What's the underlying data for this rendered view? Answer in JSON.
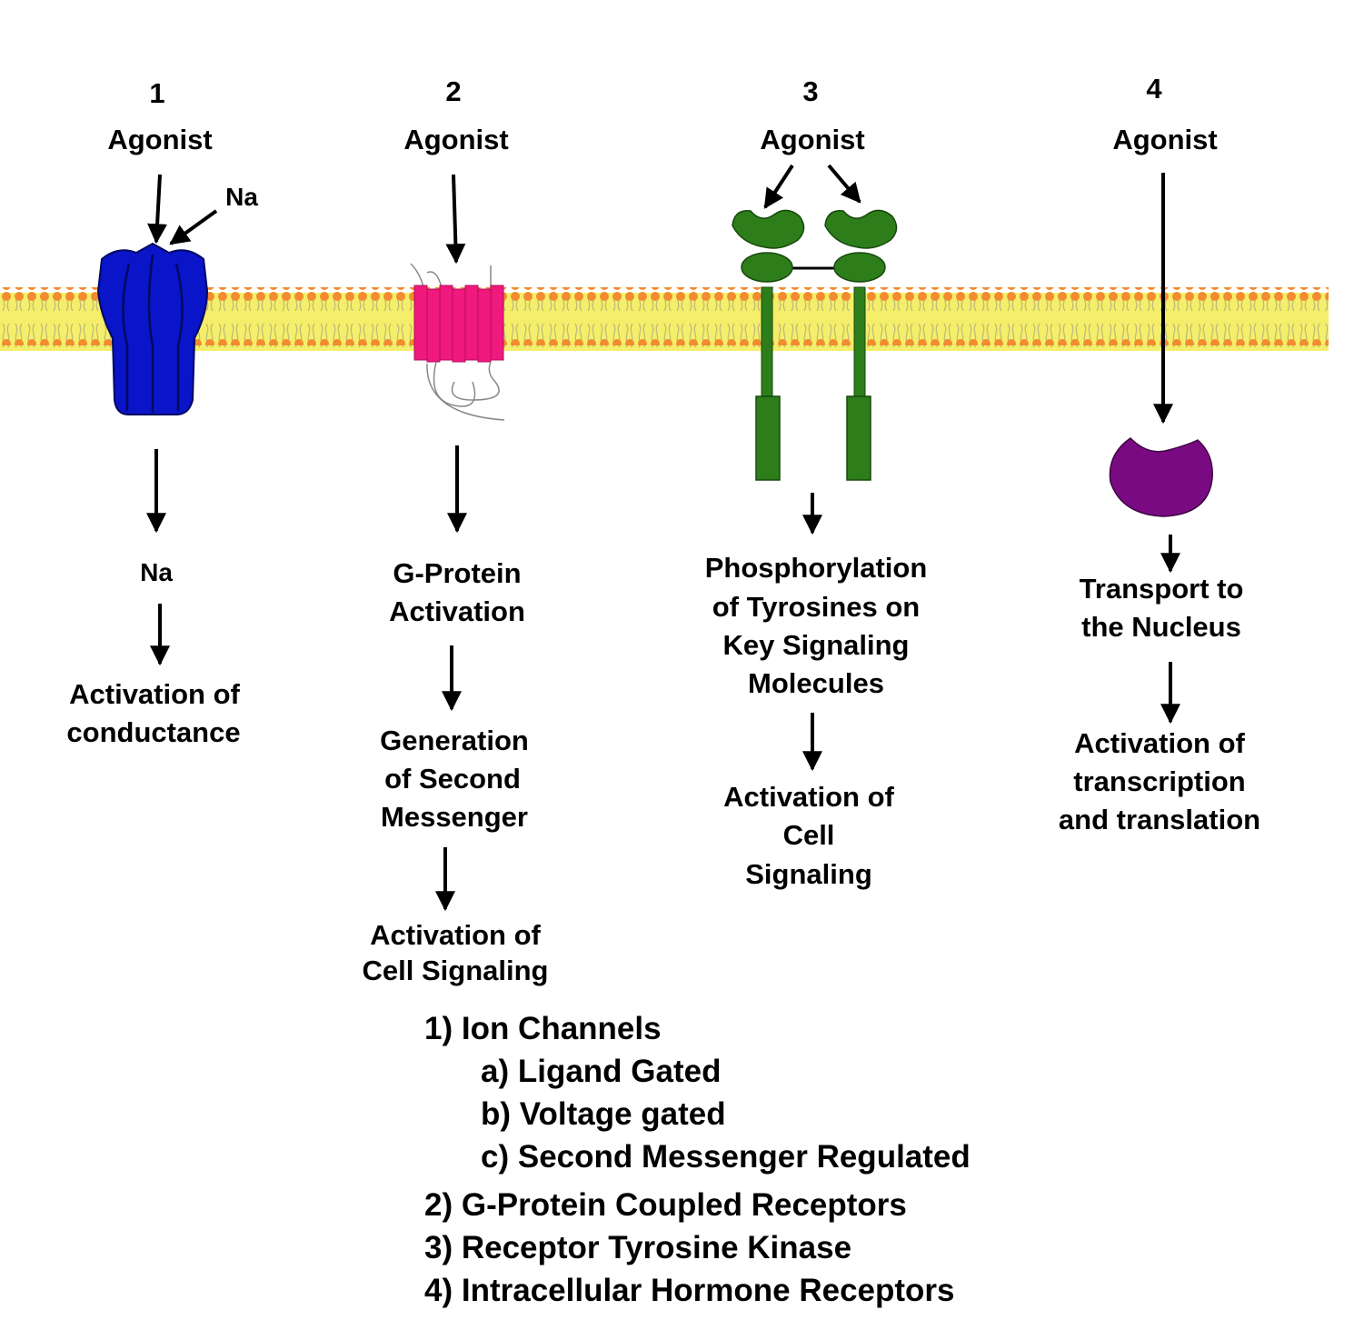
{
  "receptors": [
    {
      "number": "1",
      "agonist": "Agonist",
      "ion_label": "Na",
      "steps": [
        "Na",
        "Activation of",
        "conductance"
      ]
    },
    {
      "number": "2",
      "agonist": "Agonist",
      "steps": [
        "G-Protein",
        "Activation",
        "Generation",
        "of Second",
        "Messenger",
        "Activation of",
        "Cell Signaling"
      ]
    },
    {
      "number": "3",
      "agonist": "Agonist",
      "steps": [
        "Phosphorylation",
        "of Tyrosines on",
        "Key Signaling",
        "Molecules",
        "Activation of",
        "Cell",
        "Signaling"
      ]
    },
    {
      "number": "4",
      "agonist": "Agonist",
      "steps": [
        "Transport to",
        "the Nucleus",
        "Activation of",
        "transcription",
        "and translation"
      ]
    }
  ],
  "legend": {
    "ion_channels": "1) Ion Channels",
    "ligand_gated": "a) Ligand Gated",
    "voltage_gated": "b) Voltage gated",
    "second_messenger": "c) Second Messenger Regulated",
    "gpcr": "2) G-Protein Coupled Receptors",
    "rtk": "3) Receptor Tyrosine Kinase",
    "intracellular": "4) Intracellular Hormone Receptors"
  },
  "colors": {
    "membrane": "#f5ee6a",
    "lipid_head": "#f28c2e",
    "ion_channel": "#0a14c8",
    "gpcr": "#f0197d",
    "rtk": "#2e7d1b",
    "nuclear_receptor": "#7a0a82"
  }
}
